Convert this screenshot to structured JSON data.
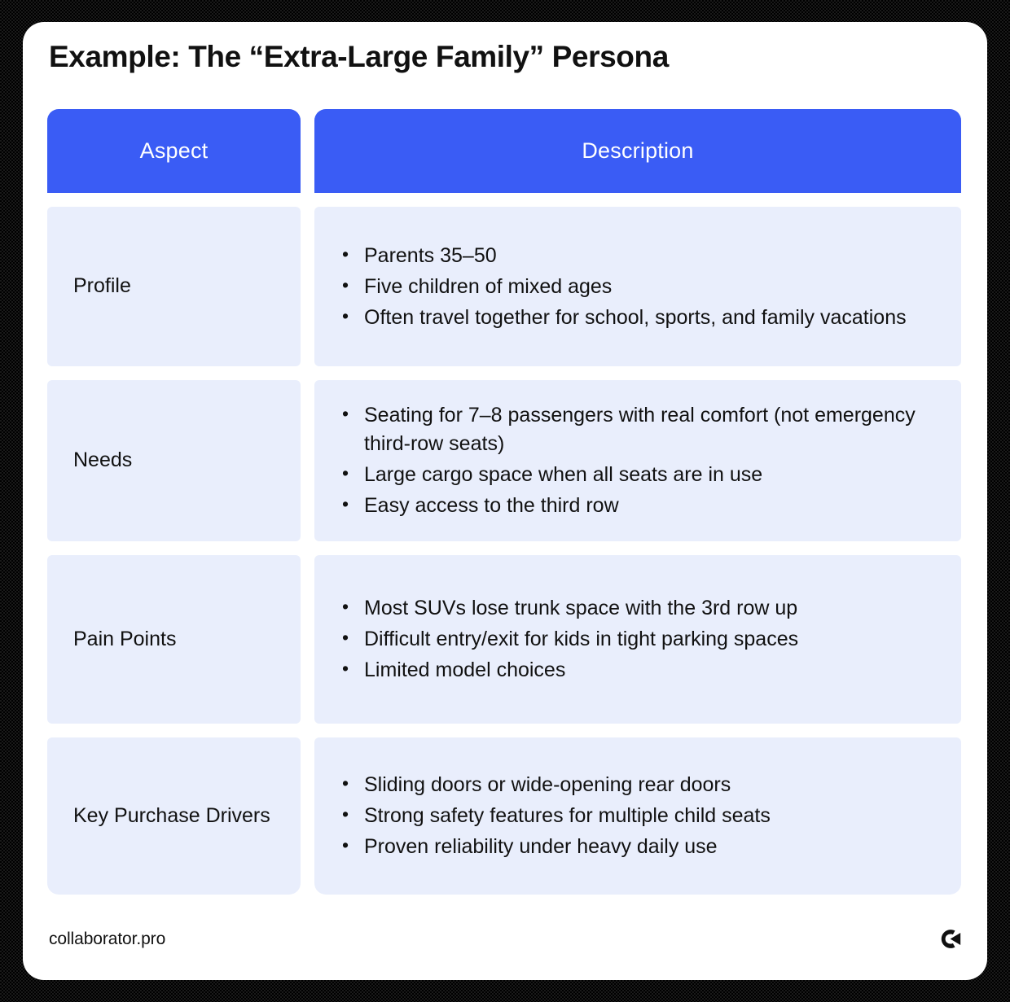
{
  "page": {
    "title": "Example: The “Extra-Large Family” Persona",
    "accent_color": "#3A5CF5",
    "cell_color": "#E9EEFC",
    "text_color": "#111111",
    "frame_color": "#000000",
    "card_color": "#FFFFFF"
  },
  "table": {
    "headers": {
      "aspect": "Aspect",
      "description": "Description"
    },
    "rows": [
      {
        "aspect": "Profile",
        "bullets": [
          "Parents 35–50",
          "Five children of mixed ages",
          "Often travel together for school, sports, and family vacations"
        ]
      },
      {
        "aspect": "Needs",
        "bullets": [
          "Seating for 7–8 passengers with real comfort (not emergency third-row seats)",
          "Large cargo space when all seats are in use",
          "Easy access to the third row"
        ]
      },
      {
        "aspect": "Pain Points",
        "bullets": [
          "Most SUVs lose trunk space with the 3rd row up",
          "Difficult entry/exit for kids in tight parking spaces",
          "Limited model choices"
        ]
      },
      {
        "aspect": "Key Purchase Drivers",
        "bullets": [
          "Sliding doors or wide-opening rear doors",
          "Strong safety features for multiple child seats",
          "Proven reliability under heavy daily use"
        ]
      }
    ]
  },
  "footer": {
    "url": "collaborator.pro",
    "logo_name": "collaborator-logo-icon"
  }
}
